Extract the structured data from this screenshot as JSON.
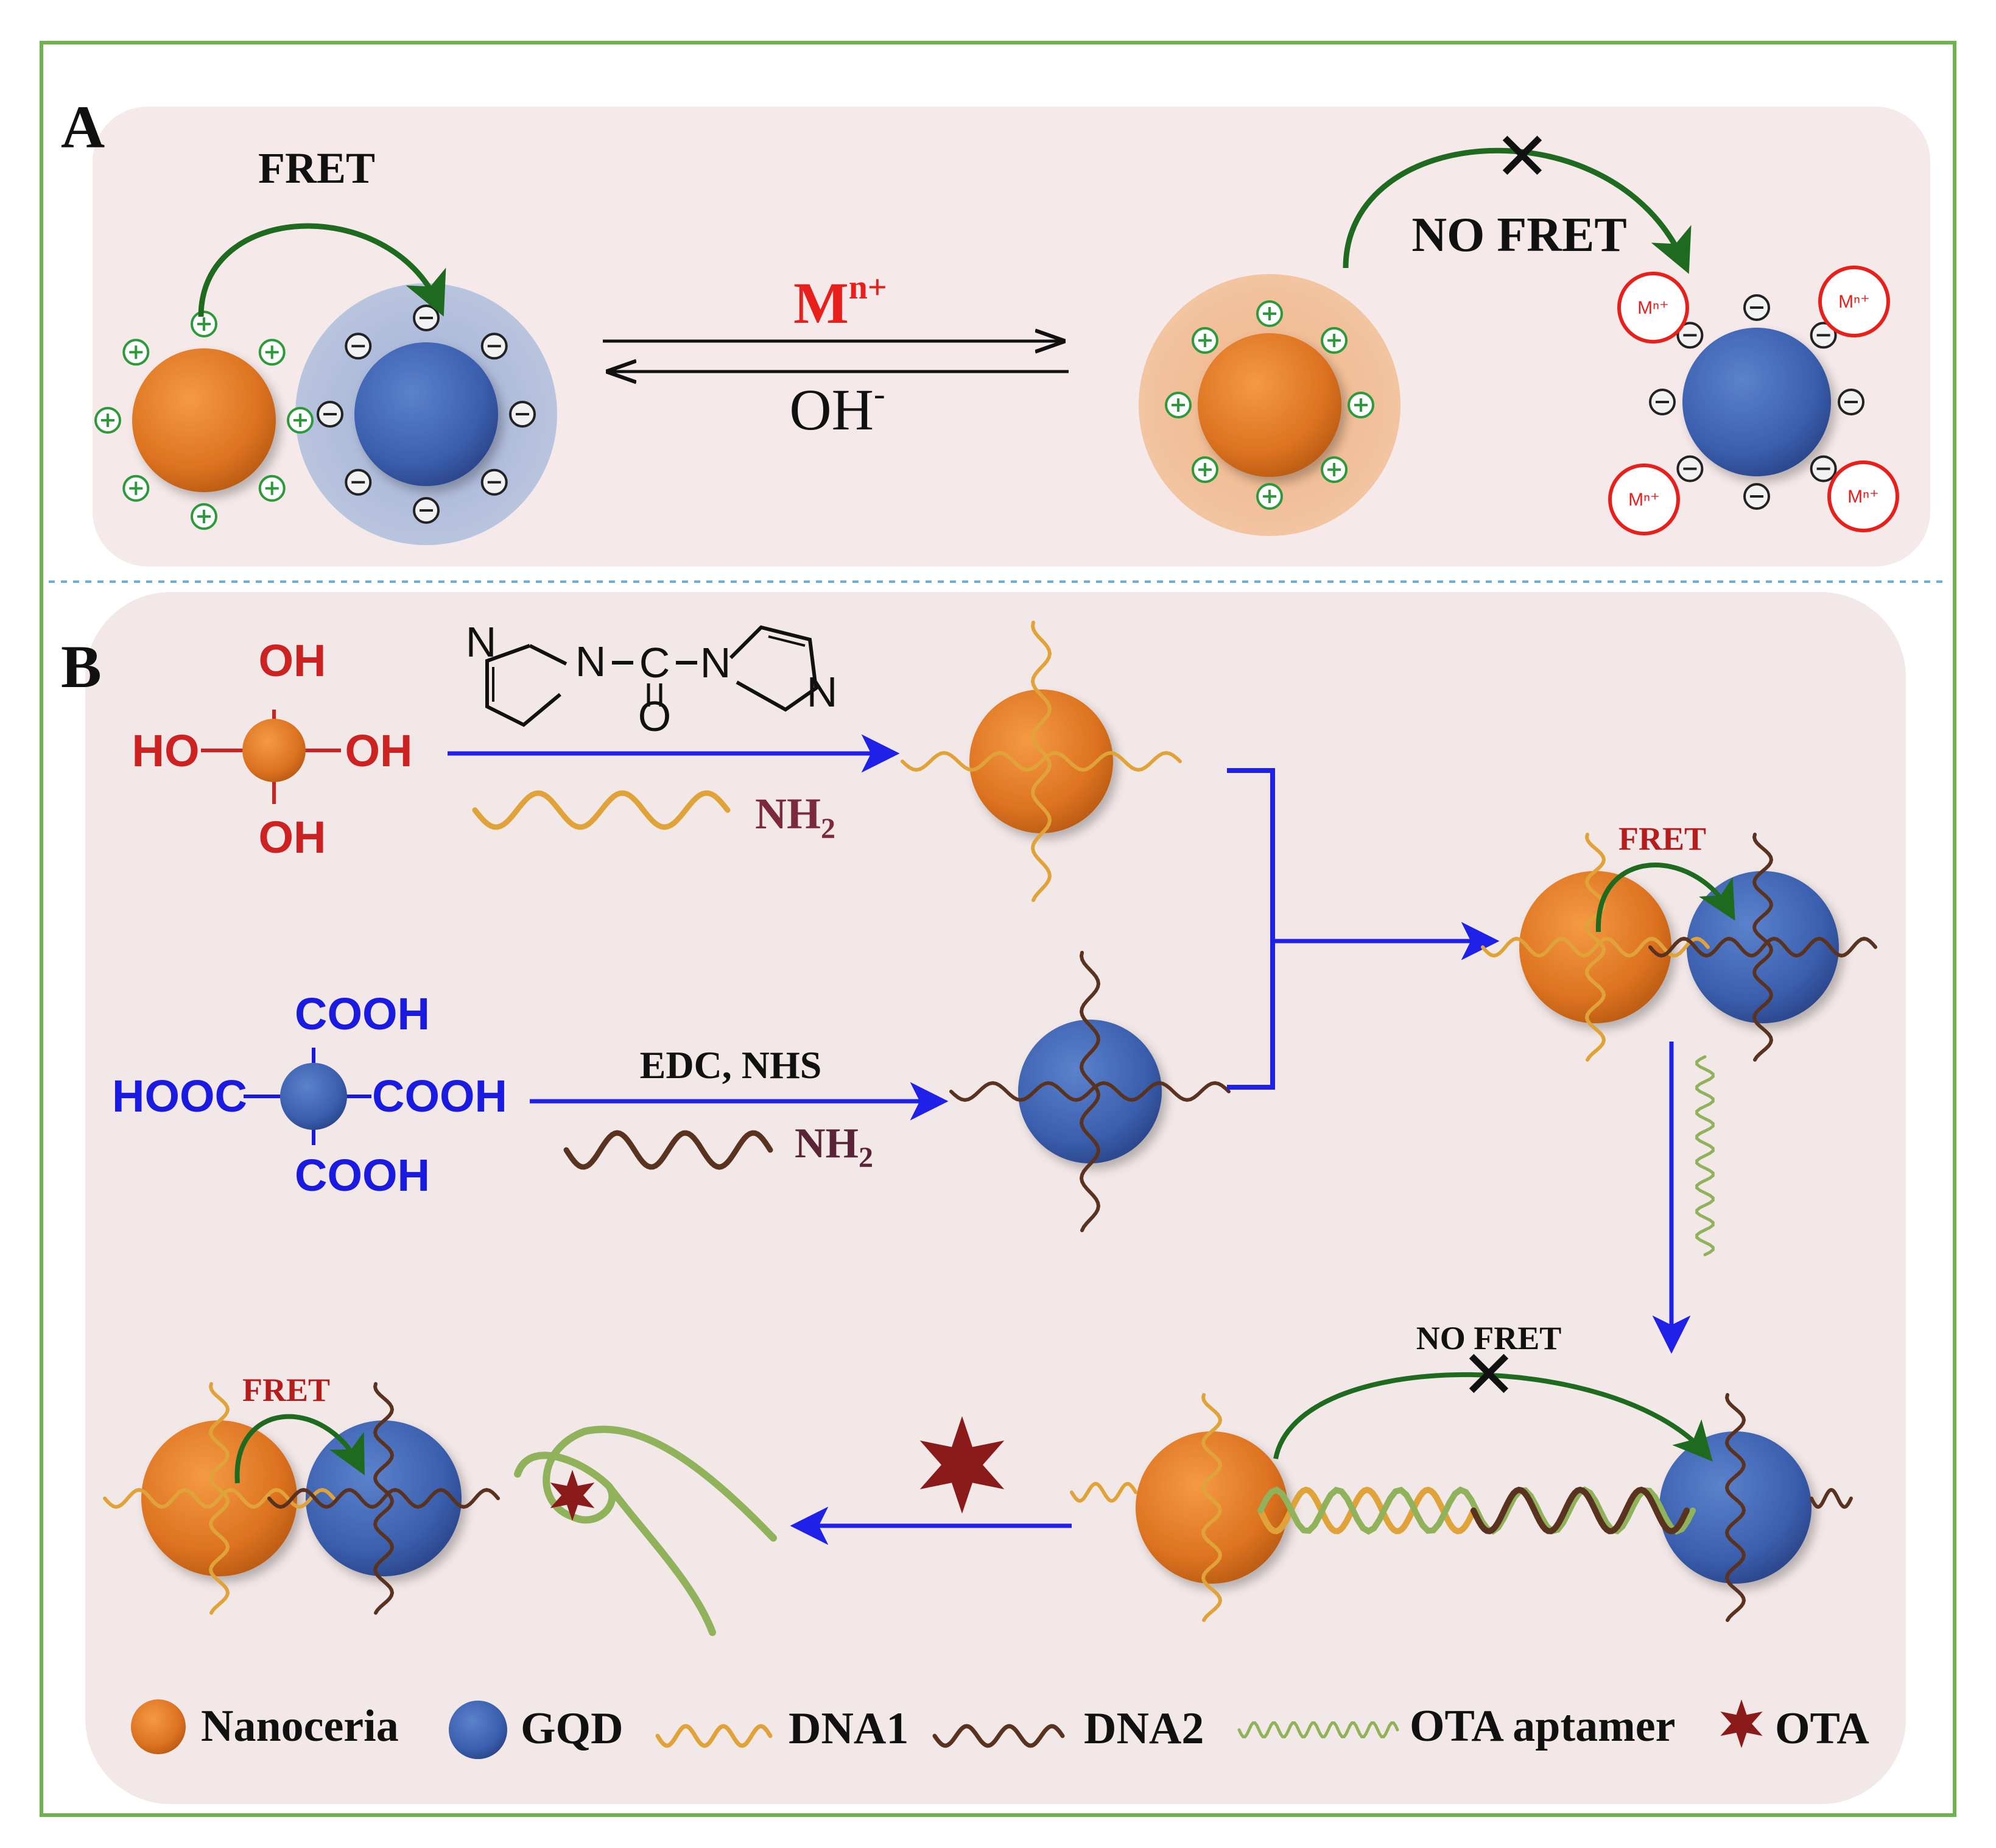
{
  "panel_a": {
    "label": "A",
    "fret_label": "FRET",
    "forward_reagent": "M",
    "forward_reagent_sup": "n+",
    "reverse_reagent": "OH",
    "reverse_reagent_sup": "-",
    "no_fret_label": "NO FRET",
    "metal_badge": "Mⁿ⁺",
    "block_mark": "✕"
  },
  "panel_b": {
    "label": "B",
    "nanoceria_groups": {
      "top": "OH",
      "left": "HO",
      "right": "OH",
      "bottom": "OH"
    },
    "cdi": {
      "n_left": "N",
      "n_bridge_left": "N",
      "c": "C",
      "o": "O",
      "n_bridge_right": "N",
      "n_right": "N"
    },
    "gqd_groups": {
      "top": "COOH",
      "left": "HOOC",
      "right": "COOH",
      "bottom": "COOH"
    },
    "amine_dna1": "NH",
    "amine_dna1_sub": "2",
    "amine_dna2": "NH",
    "amine_dna2_sub": "2",
    "reagent_edc": "EDC, NHS",
    "fret_label_right": "FRET",
    "no_fret_label": "NO FRET",
    "fret_label_left": "FRET",
    "block_mark": "✕"
  },
  "legend": [
    {
      "key": "nanoceria",
      "label": "Nanoceria"
    },
    {
      "key": "gqd",
      "label": "GQD"
    },
    {
      "key": "dna1",
      "label": "DNA1"
    },
    {
      "key": "dna2",
      "label": "DNA2"
    },
    {
      "key": "aptamer",
      "label": "OTA aptamer"
    },
    {
      "key": "ota",
      "label": "OTA"
    }
  ],
  "colors": {
    "frame": "#6fb34c",
    "panel_bg": "#f5e9e9",
    "nanoceria": "#e07a22",
    "gqd": "#3a62b0",
    "dna1": "#e0a33a",
    "dna2": "#5a3320",
    "aptamer": "#8fb25a",
    "ota": "#8b1a1a",
    "arrow_blue": "#1f20e8",
    "arrow_green": "#1e6b20",
    "label_red": "#e8201c",
    "carboxyl_blue": "#1a1ae0",
    "hydroxyl_red": "#cc2222"
  }
}
